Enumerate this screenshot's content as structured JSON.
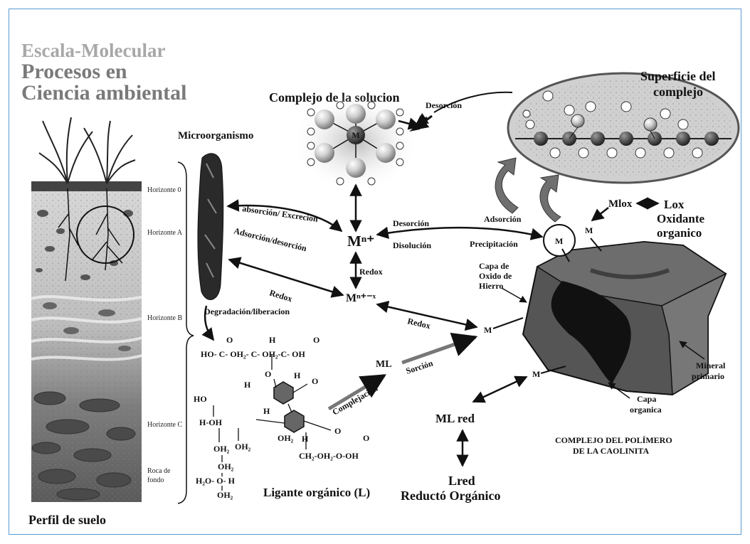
{
  "header": {
    "scale": "Escala-Molecular",
    "title_line1": "Procesos en",
    "title_line2": "Ciencia ambiental"
  },
  "labels": {
    "solution_complex": "Complejo de la solucion",
    "surface_complex_line1": "Superficie del",
    "surface_complex_line2": "complejo",
    "microorganism": "Microorganismo",
    "soil_profile": "Perfil de suelo",
    "organic_ligand": "Ligante orgánico (L)",
    "ml_red": "ML red",
    "lred": "Lred",
    "organic_reductant": "Reductó Orgánico",
    "mlox": "Mlox",
    "lox": "Lox",
    "organic_oxidant_line1": "Oxidante",
    "organic_oxidant_line2": "organico",
    "kaolinite_line1": "COMPLEJO DEL POLÍMERO",
    "kaolinite_line2": "DE LA CAOLINITA",
    "iron_oxide_line1": "Capa de",
    "iron_oxide_line2": "Oxido de",
    "iron_oxide_line3": "Hierro",
    "primary_mineral_line1": "Mineral",
    "primary_mineral_line2": "primario",
    "organic_layer_line1": "Capa",
    "organic_layer_line2": "organica"
  },
  "processes": {
    "desorcion_top": "Desorción",
    "absorcion_excrecion": "absorción/ Excreción",
    "adsorcion_desorcion": "Adsorción/desorción",
    "desorcion_mid": "Desorción",
    "disolucion": "Disolución",
    "adsorcion": "Adsorción",
    "precipitacion": "Precipitación",
    "redox1": "Redox",
    "redox2": "Redox",
    "redox3": "Redox",
    "degradacion": "Degradación/liberacion",
    "complejacion": "Complejación",
    "sorcion": "Sorción"
  },
  "species": {
    "mn_plus": "Mⁿ⁺",
    "mn_x": "Mⁿ⁺⁻ˣ",
    "ml": "ML",
    "m_circle": "M",
    "m_label": "M",
    "h": "H"
  },
  "horizons": [
    "Horizonte 0",
    "Horizonte A",
    "Horizonte B",
    "Horizonte C",
    "Roca de",
    "fondo"
  ],
  "chemistry": {
    "line1": "HO- C- OH₂- C- OH₂-C- OH",
    "oh_line": "H-OH",
    "h2o_line": "H₂O- O- H",
    "oh2": "OH₂",
    "ch2": "CH₂-OH₂-O-OH",
    "ho": "HO",
    "o": "O",
    "h": "H"
  }
}
